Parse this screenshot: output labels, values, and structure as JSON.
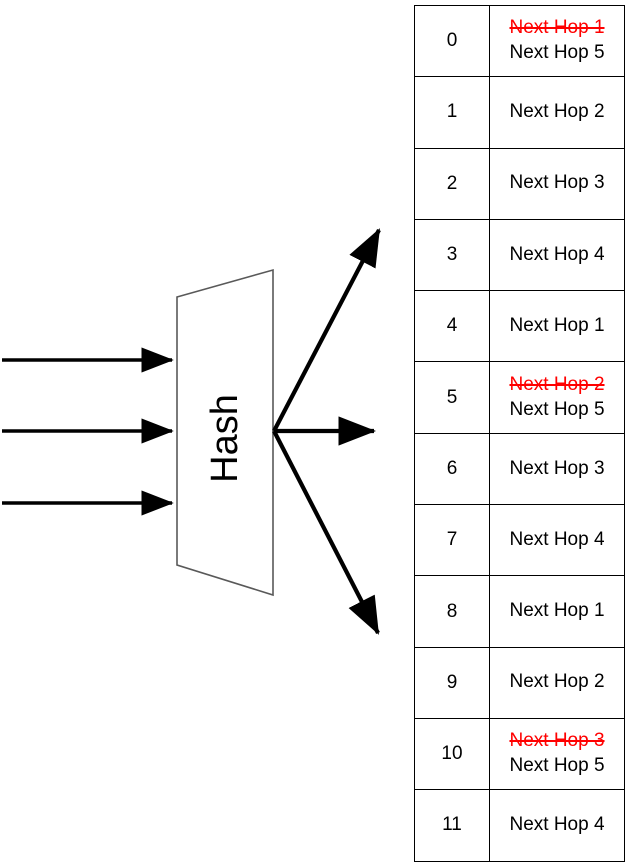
{
  "diagram": {
    "hash_block": {
      "label": "Hash"
    },
    "inputs": [
      {
        "name": "input-flow-1"
      },
      {
        "name": "input-flow-2"
      },
      {
        "name": "input-flow-3"
      }
    ],
    "outputs": [
      {
        "name": "output-arrow-up"
      },
      {
        "name": "output-arrow-mid"
      },
      {
        "name": "output-arrow-down"
      }
    ],
    "colors": {
      "stroke": "#000000",
      "shape_outline": "#555555",
      "retired_entry": "#FF0000",
      "active_entry": "#000000",
      "background": "#FFFFFF"
    }
  },
  "flow_table": {
    "rows": [
      {
        "index": "0",
        "old_hop": "Next Hop 1",
        "hop": "Next Hop 5"
      },
      {
        "index": "1",
        "old_hop": null,
        "hop": "Next Hop 2"
      },
      {
        "index": "2",
        "old_hop": null,
        "hop": "Next Hop 3"
      },
      {
        "index": "3",
        "old_hop": null,
        "hop": "Next Hop 4"
      },
      {
        "index": "4",
        "old_hop": null,
        "hop": "Next Hop 1"
      },
      {
        "index": "5",
        "old_hop": "Next Hop 2",
        "hop": "Next Hop 5"
      },
      {
        "index": "6",
        "old_hop": null,
        "hop": "Next Hop 3"
      },
      {
        "index": "7",
        "old_hop": null,
        "hop": "Next Hop 4"
      },
      {
        "index": "8",
        "old_hop": null,
        "hop": "Next Hop 1"
      },
      {
        "index": "9",
        "old_hop": null,
        "hop": "Next Hop 2"
      },
      {
        "index": "10",
        "old_hop": "Next Hop 3",
        "hop": "Next Hop 5"
      },
      {
        "index": "11",
        "old_hop": null,
        "hop": "Next Hop 4"
      }
    ]
  }
}
